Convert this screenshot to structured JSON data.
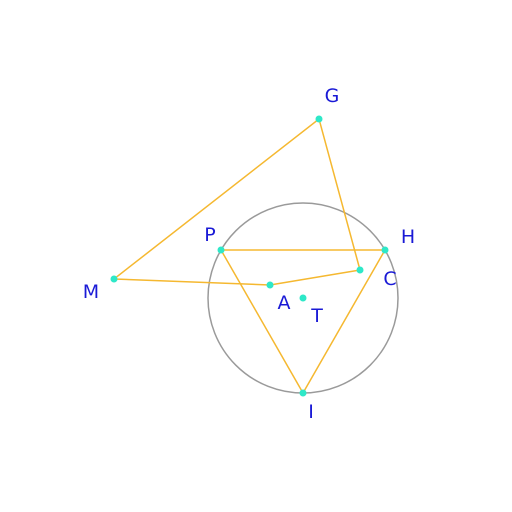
{
  "diagram": {
    "colors": {
      "circle": "#9a9a9a",
      "segment": "#f5b830",
      "point": "#2ee8c8",
      "label": "#1a1ad6",
      "background": "#ffffff"
    },
    "points": [
      {
        "id": "G",
        "label": "G"
      },
      {
        "id": "H",
        "label": "H"
      },
      {
        "id": "P",
        "label": "P"
      },
      {
        "id": "C",
        "label": "C"
      },
      {
        "id": "M",
        "label": "M"
      },
      {
        "id": "A",
        "label": "A"
      },
      {
        "id": "T",
        "label": "T"
      },
      {
        "id": "I",
        "label": "I"
      }
    ],
    "segments": [
      [
        "M",
        "G"
      ],
      [
        "G",
        "C"
      ],
      [
        "C",
        "A"
      ],
      [
        "A",
        "M"
      ],
      [
        "P",
        "H"
      ],
      [
        "H",
        "I"
      ],
      [
        "I",
        "P"
      ]
    ],
    "circle": {
      "center": "T",
      "through": "I"
    }
  }
}
